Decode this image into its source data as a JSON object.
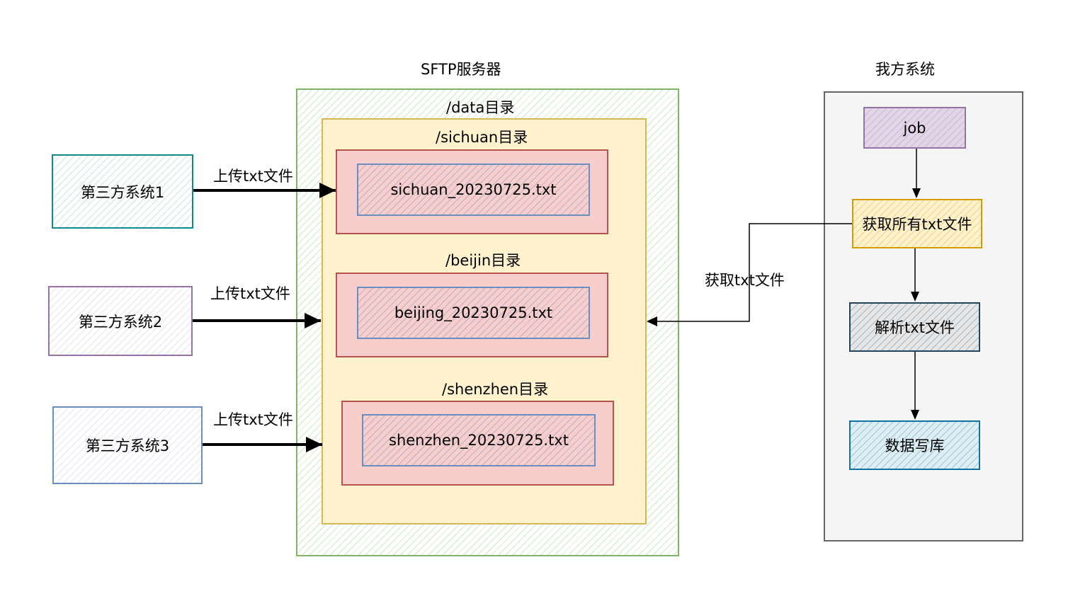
{
  "sftp": {
    "title": "SFTP服务器",
    "data_dir": "/data目录",
    "dirs": [
      {
        "label": "/sichuan目录",
        "file": "sichuan_20230725.txt"
      },
      {
        "label": "/beijin目录",
        "file": "beijing_20230725.txt"
      },
      {
        "label": "/shenzhen目录",
        "file": "shenzhen_20230725.txt"
      }
    ]
  },
  "third_parties": [
    {
      "name": "第三方系统1",
      "upload_label": "上传txt文件"
    },
    {
      "name": "第三方系统2",
      "upload_label": "上传txt文件"
    },
    {
      "name": "第三方系统3",
      "upload_label": "上传txt文件"
    }
  ],
  "our_system": {
    "title": "我方系统",
    "steps": [
      "job",
      "获取所有txt文件",
      "解析txt文件",
      "数据写库"
    ],
    "fetch_label": "获取txt文件"
  },
  "colors": {
    "sftp_border": "#82b366",
    "data_dir_fill": "#fff2cc",
    "data_dir_border": "#d6b656",
    "dir_fill": "#f8cecc",
    "dir_border": "#b85450",
    "file_border": "#6c8ebf",
    "third_party_1": "#12898a",
    "third_party_2": "#9673a6",
    "third_party_3": "#6c8ebf",
    "our_system_fill": "#f5f5f5",
    "our_system_border": "#666666",
    "step_job": "#9673a6",
    "step_fetch": "#d79b00",
    "step_parse": "#23445d",
    "step_write": "#10739e"
  }
}
